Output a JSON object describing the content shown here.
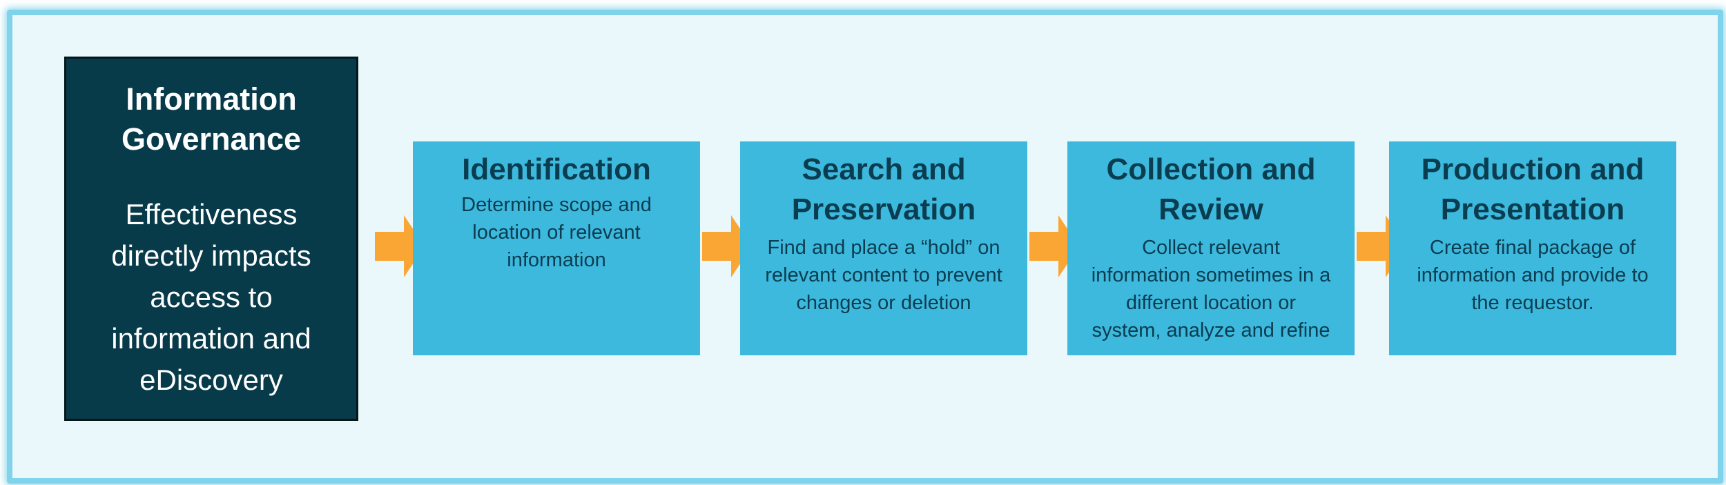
{
  "colors": {
    "frame_bg": "#eaf7fb",
    "frame_border": "#7fd3ea",
    "governance_bg": "#083b49",
    "step_bg": "#3db9de",
    "step_text": "#0b3d50",
    "arrow": "#f9a634"
  },
  "governance": {
    "title_line1": "Information",
    "title_line2": "Governance",
    "body_lines": [
      "Effectiveness",
      "directly impacts",
      "access to",
      "information and",
      "eDiscovery"
    ]
  },
  "steps": [
    {
      "title_lines": [
        "Identification"
      ],
      "desc_lines": [
        "Determine scope and",
        "location of relevant",
        "information"
      ]
    },
    {
      "title_lines": [
        "Search and",
        "Preservation"
      ],
      "desc_lines": [
        "Find and place a “hold” on",
        "relevant content to prevent",
        "changes or deletion"
      ]
    },
    {
      "title_lines": [
        "Collection and",
        "Review"
      ],
      "desc_lines": [
        "Collect relevant",
        "information sometimes in a",
        "different location or",
        "system, analyze and refine"
      ]
    },
    {
      "title_lines": [
        "Production and",
        "Presentation"
      ],
      "desc_lines": [
        "Create final package of",
        "information and provide to",
        "the requestor."
      ]
    }
  ],
  "arrows": [
    "arrow-right-icon",
    "arrow-right-icon",
    "arrow-right-icon",
    "arrow-right-icon"
  ]
}
